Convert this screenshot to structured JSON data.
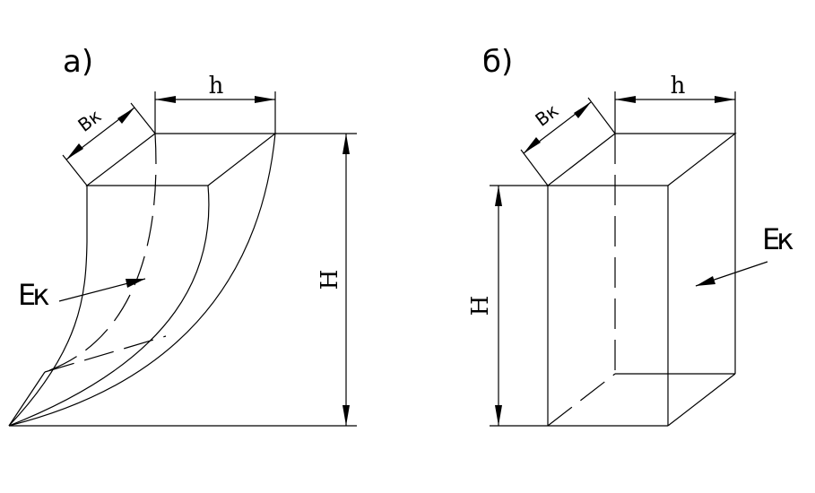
{
  "panel_a": {
    "label": "а)",
    "dim_h": "h",
    "dim_bk": "Вк",
    "dim_H": "Н",
    "ek": "Ек"
  },
  "panel_b": {
    "label": "б)",
    "dim_h": "h",
    "dim_bk": "Вк",
    "dim_H": "Н",
    "ek": "Ек"
  },
  "colors": {
    "line": "#000000",
    "background": "#ffffff"
  }
}
